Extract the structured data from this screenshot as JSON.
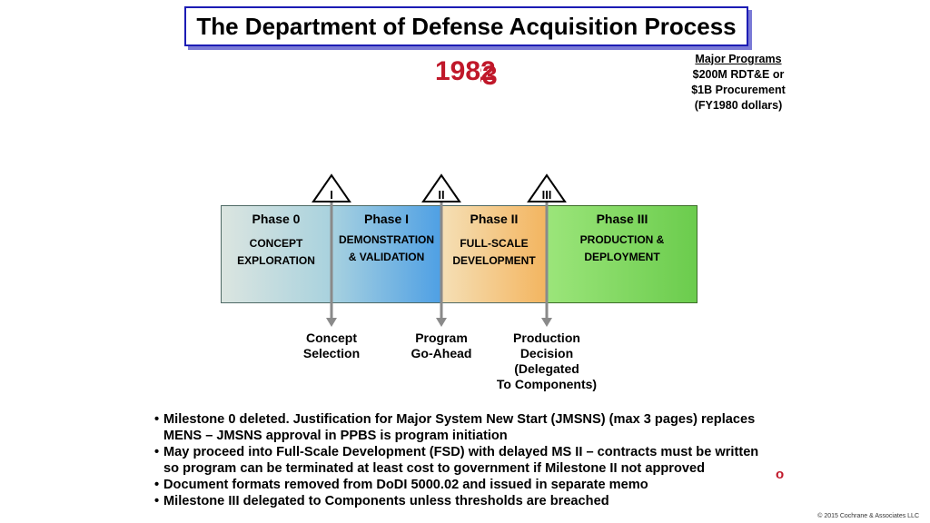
{
  "title": "The Department of Defense Acquisition  Process",
  "year_old": "1982",
  "year_new": "1983",
  "major_programs": {
    "heading": "Major Programs",
    "lines": [
      "$200M RDT&E or",
      "$1B Procurement",
      "(FY1980 dollars)"
    ]
  },
  "milestones": [
    {
      "numeral": "I",
      "label_lines": [
        "Concept",
        "Selection"
      ]
    },
    {
      "numeral": "II",
      "label_lines": [
        "Program",
        "Go-Ahead"
      ]
    },
    {
      "numeral": "III",
      "label_lines": [
        "Production",
        "Decision",
        "(Delegated",
        "To Components)"
      ]
    }
  ],
  "phases": [
    {
      "name": "Phase 0",
      "desc_lines": [
        "CONCEPT",
        "EXPLORATION"
      ]
    },
    {
      "name": "Phase I",
      "desc_lines": [
        "DEMONSTRATION",
        "& VALIDATION"
      ]
    },
    {
      "name": "Phase II",
      "desc_lines": [
        "FULL-SCALE",
        "DEVELOPMENT"
      ]
    },
    {
      "name": "Phase III",
      "desc_lines": [
        "PRODUCTION &",
        "DEPLOYMENT"
      ]
    }
  ],
  "bullets": [
    [
      "Milestone 0 deleted.  Justification for Major System New Start (JMSNS) (max 3 pages) replaces",
      "MENS – JMSNS approval in PPBS is program initiation"
    ],
    [
      "May proceed into Full-Scale Development (FSD) with delayed MS II – contracts must be written",
      "so program can be terminated at least cost to government if Milestone II not approved"
    ],
    [
      "Document formats removed from DoDI 5000.02 and issued in separate memo"
    ],
    [
      "Milestone III delegated to Components unless thresholds are breached"
    ]
  ],
  "red_mark": "o",
  "copyright": "© 2015 Cochrane & Associates LLC",
  "colors": {
    "title_border": "#1c1cb4",
    "year_red": "#c0182a",
    "phase0": "#b6d7df",
    "phase1": "#5aa6e2",
    "phase2": "#f4c47a",
    "phase3": "#7fdb5e"
  }
}
